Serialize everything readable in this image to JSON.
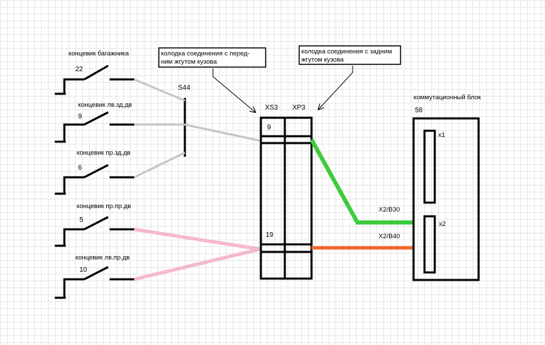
{
  "switches": [
    {
      "label": "концевик багажника",
      "number": "22"
    },
    {
      "label": "концевик лв.зд.дв",
      "number": "9"
    },
    {
      "label": "концевик пр.зд.дв",
      "number": "6"
    },
    {
      "label": "концевик пр.пр.дв",
      "number": "5"
    },
    {
      "label": "концевик лв.пр.дв",
      "number": "10"
    }
  ],
  "junction_label": "S44",
  "callouts": {
    "front": {
      "line1": "колодка соединения с перед-",
      "line2": "ним жгутом кузова"
    },
    "rear": {
      "line1": "колодка соединения с задним",
      "line2": "жгутом кузова"
    }
  },
  "connector": {
    "xs": "XS3",
    "xp": "XP3",
    "pin_top": "9",
    "pin_bottom": "19"
  },
  "block": {
    "title": "коммутационный блок",
    "number": "58",
    "x1": "x1",
    "x2": "x2"
  },
  "wires": {
    "green_label": "X2/B30",
    "orange_label": "X2/B40"
  },
  "colors": {
    "gray_wire": "#c4c4cc",
    "pink_wire": "#f6b8cc",
    "green_wire": "#3ccc3c",
    "orange_wire": "#f2662a"
  }
}
